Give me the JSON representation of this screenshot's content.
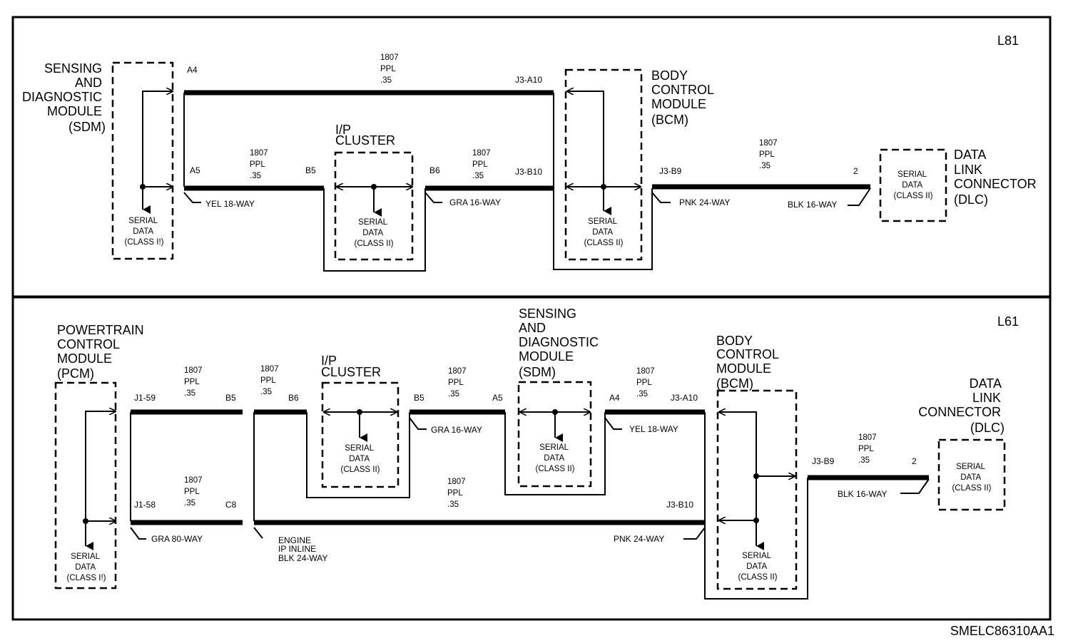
{
  "figure_code": "SMELC86310AA1",
  "panels": [
    {
      "variant": "L81",
      "modules": {
        "sdm": [
          "SENSING",
          "AND",
          "DIAGNOSTIC",
          "MODULE",
          "(SDM)"
        ],
        "ip": [
          "I/P",
          "CLUSTER"
        ],
        "bcm": [
          "BODY",
          "CONTROL",
          "MODULE",
          "(BCM)"
        ],
        "dlc": [
          "DATA",
          "LINK",
          "CONNECTOR",
          "(DLC)"
        ]
      },
      "serial": [
        "SERIAL",
        "DATA",
        "(CLASS II)"
      ],
      "serial_sdm": [
        "SERIAL",
        "DATA",
        "(CLASS I!)"
      ],
      "wire_tags": [
        [
          "1807",
          "PPL",
          ".35"
        ],
        [
          "1807",
          "PPL",
          ".35"
        ],
        [
          "1807",
          "PPL",
          ".35"
        ],
        [
          "1807",
          "PPL",
          ".35"
        ]
      ],
      "pins": [
        "A4",
        "A5",
        "B5",
        "B6",
        "J3-A10",
        "J3-B10",
        "J3-B9",
        "2"
      ],
      "connectors": [
        "YEL 18-WAY",
        "GRA 16-WAY",
        "PNK 24-WAY",
        "BLK 16-WAY"
      ]
    },
    {
      "variant": "L61",
      "modules": {
        "pcm": [
          "POWERTRAIN",
          "CONTROL",
          "MODULE",
          "(PCM)"
        ],
        "ip": [
          "I/P",
          "CLUSTER"
        ],
        "sdm": [
          "SENSING",
          "AND",
          "DIAGNOSTIC",
          "MODULE",
          "(SDM)"
        ],
        "bcm": [
          "BODY",
          "CONTROL",
          "MODULE",
          "(BCM)"
        ],
        "dlc": [
          "DATA",
          "LINK",
          "CONNECTOR",
          "(DLC)"
        ]
      },
      "serial": [
        "SERIAL",
        "DATA",
        "(CLASS II)"
      ],
      "serial_pcm": [
        "SERIAL",
        "DATA",
        "(CLASS I!)"
      ],
      "wire_tags": [
        [
          "1807",
          "PPL",
          ".35"
        ],
        [
          "1807",
          "PPL",
          ".35"
        ],
        [
          "1807",
          "PPL",
          ".35"
        ],
        [
          "1807",
          "PPL",
          ".35"
        ],
        [
          "1807",
          "PPL",
          ".35"
        ],
        [
          "1807",
          "PPL",
          ".35"
        ],
        [
          "1807",
          "PPL",
          ".35"
        ]
      ],
      "pins": [
        "J1-59",
        "B5",
        "B6",
        "B5",
        "A5",
        "A4",
        "J3-A10",
        "J1-58",
        "C8",
        "J3-B10",
        "J3-B9",
        "2"
      ],
      "connectors": [
        "GRA 16-WAY",
        "YEL 18-WAY",
        "GRA 80-WAY",
        "PNK 24-WAY",
        "BLK 16-WAY"
      ],
      "inline": [
        "ENGINE",
        "IP INLINE",
        "BLK 24-WAY"
      ]
    }
  ]
}
